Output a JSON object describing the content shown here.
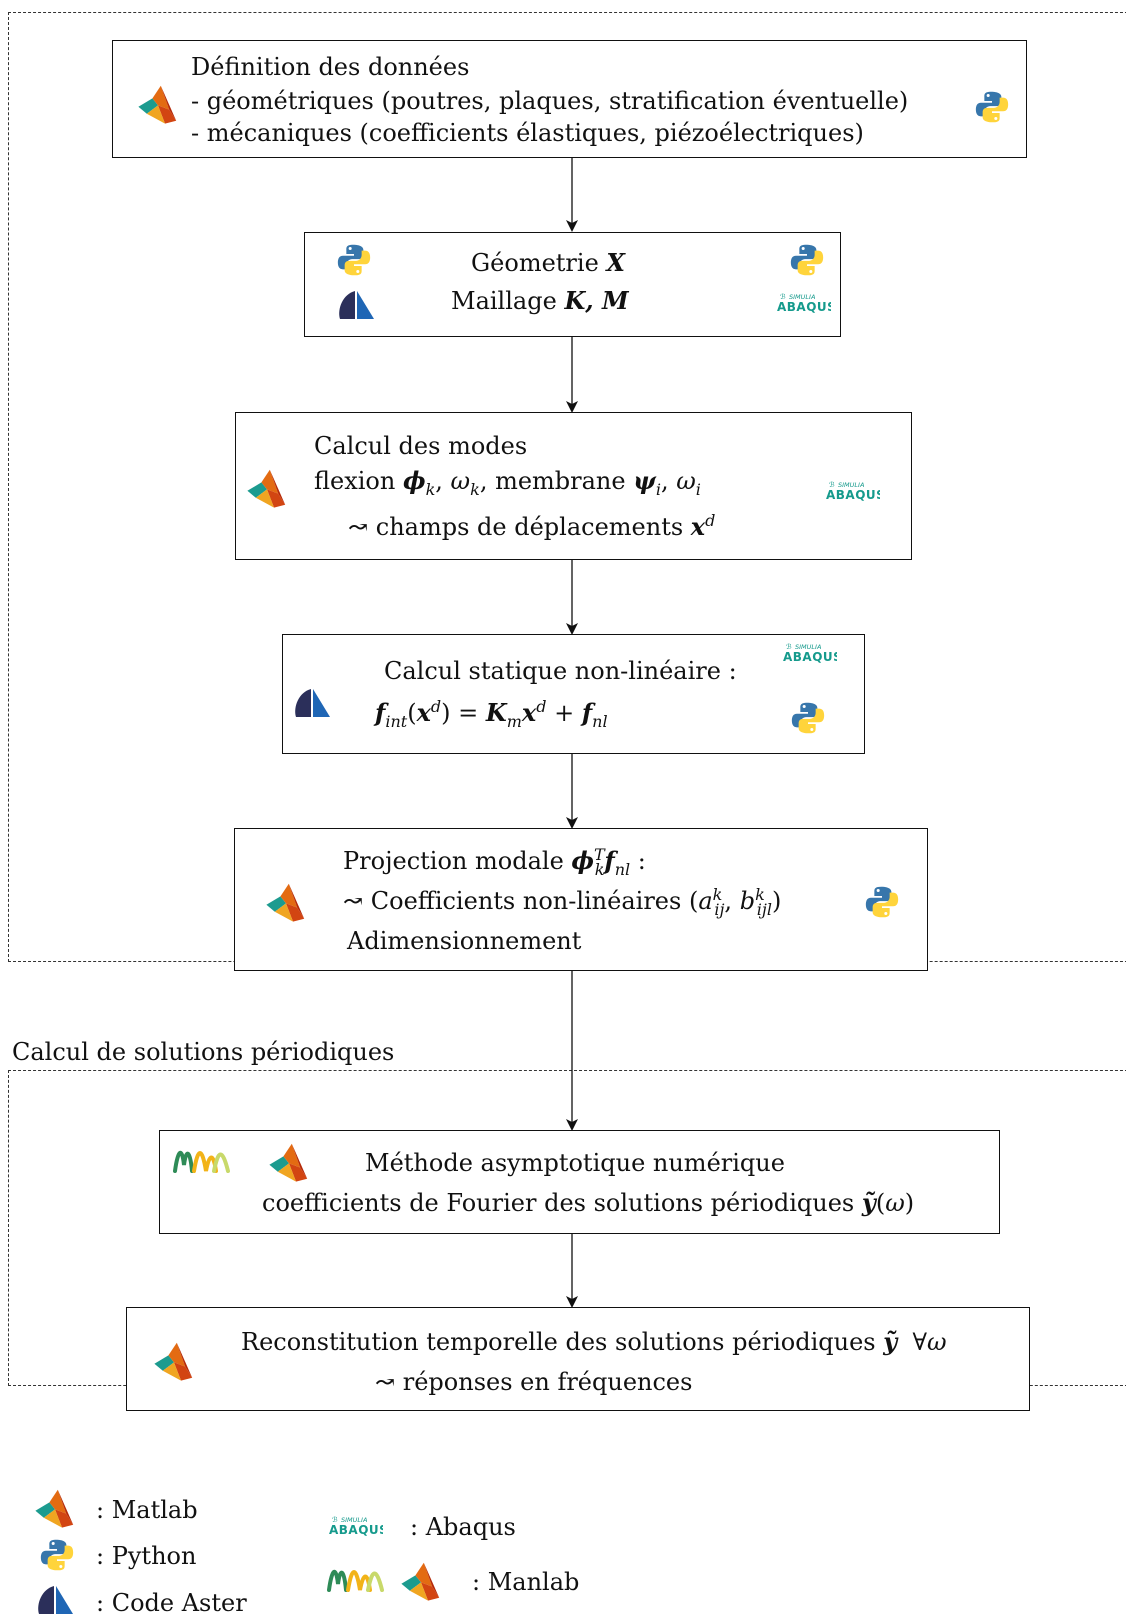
{
  "box1": {
    "title": "Définition des données",
    "line2": "- géométriques (poutres, plaques, stratification éventuelle)",
    "line3": "- mécaniques (coefficients élastiques, piézoélectriques)"
  },
  "box2": {
    "geometry_label": "Géometrie",
    "geometry_symbol": "X",
    "mesh_label": "Maillage",
    "mesh_symbols": "K, M"
  },
  "box3": {
    "title": "Calcul des modes",
    "flexion_label": "flexion",
    "membrane_label": ", membrane",
    "displacement_label": "champs de déplacements"
  },
  "box4": {
    "title": "Calcul statique non-linéaire :"
  },
  "box5": {
    "title": "Projection modale",
    "coeff_label": "Coefficients non-linéaires",
    "adim": "Adimensionnement"
  },
  "section_label": "Calcul de solutions périodiques",
  "box6": {
    "title": "Méthode asymptotique numérique",
    "subtitle": "coefficients de Fourier des solutions périodiques"
  },
  "box7": {
    "title": "Reconstitution temporelle des solutions périodiques",
    "subtitle": "réponses en fréquences"
  },
  "legend": {
    "matlab": ": Matlab",
    "python": ": Python",
    "code_aster": ": Code   Aster",
    "abaqus": ": Abaqus",
    "manlab": ": Manlab"
  },
  "icons": {
    "matlab": "matlab-icon",
    "python": "python-icon",
    "code_aster": "code-aster-icon",
    "abaqus": "abaqus-icon",
    "manlab": "manlab-icon"
  },
  "colors": {
    "python_blue": "#3776AB",
    "python_yellow": "#FFD43B",
    "abaqus_teal": "#159a8c",
    "aster_navy": "#2b2f5a",
    "aster_blue": "#1f66b5"
  }
}
